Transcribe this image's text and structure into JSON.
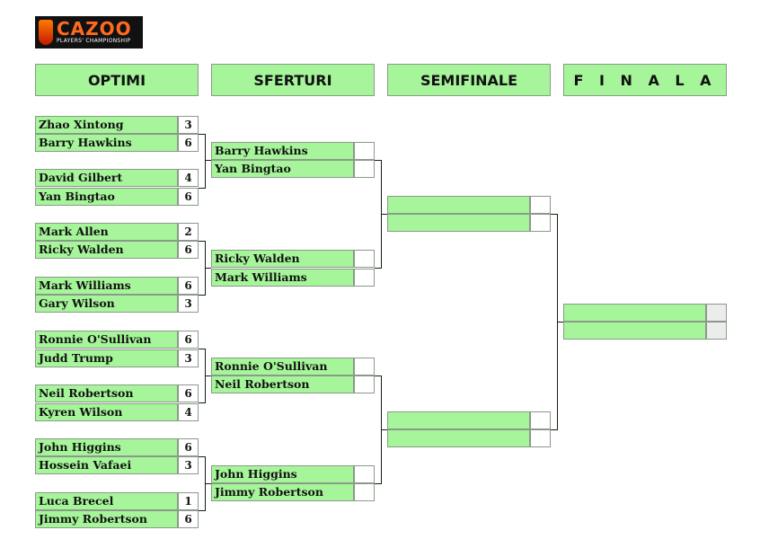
{
  "logo": {
    "brand": "CAZOO",
    "subtitle": "PLAYERS' CHAMPIONSHIP"
  },
  "headers": [
    "OPTIMI",
    "SFERTURI",
    "SEMIFINALE",
    "F I N A L A"
  ],
  "round1": [
    {
      "name": "Zhao Xintong",
      "score": "3"
    },
    {
      "name": "Barry Hawkins",
      "score": "6"
    },
    {
      "name": "David Gilbert",
      "score": "4"
    },
    {
      "name": "Yan Bingtao",
      "score": "6"
    },
    {
      "name": "Mark Allen",
      "score": "2"
    },
    {
      "name": "Ricky Walden",
      "score": "6"
    },
    {
      "name": "Mark Williams",
      "score": "6"
    },
    {
      "name": "Gary Wilson",
      "score": "3"
    },
    {
      "name": "Ronnie O'Sullivan",
      "score": "6"
    },
    {
      "name": "Judd Trump",
      "score": "3"
    },
    {
      "name": "Neil Robertson",
      "score": "6"
    },
    {
      "name": "Kyren Wilson",
      "score": "4"
    },
    {
      "name": "John Higgins",
      "score": "6"
    },
    {
      "name": "Hossein Vafaei",
      "score": "3"
    },
    {
      "name": "Luca Brecel",
      "score": "1"
    },
    {
      "name": "Jimmy Robertson",
      "score": "6"
    }
  ],
  "round2": [
    {
      "name": "Barry Hawkins",
      "score": ""
    },
    {
      "name": "Yan Bingtao",
      "score": ""
    },
    {
      "name": "Ricky Walden",
      "score": ""
    },
    {
      "name": "Mark Williams",
      "score": ""
    },
    {
      "name": "Ronnie O'Sullivan",
      "score": ""
    },
    {
      "name": "Neil Robertson",
      "score": ""
    },
    {
      "name": "John Higgins",
      "score": ""
    },
    {
      "name": "Jimmy Robertson",
      "score": ""
    }
  ],
  "round3": [
    {
      "name": "",
      "score": ""
    },
    {
      "name": "",
      "score": ""
    },
    {
      "name": "",
      "score": ""
    },
    {
      "name": "",
      "score": ""
    }
  ],
  "round4": [
    {
      "name": "",
      "score": ""
    },
    {
      "name": "",
      "score": ""
    }
  ]
}
